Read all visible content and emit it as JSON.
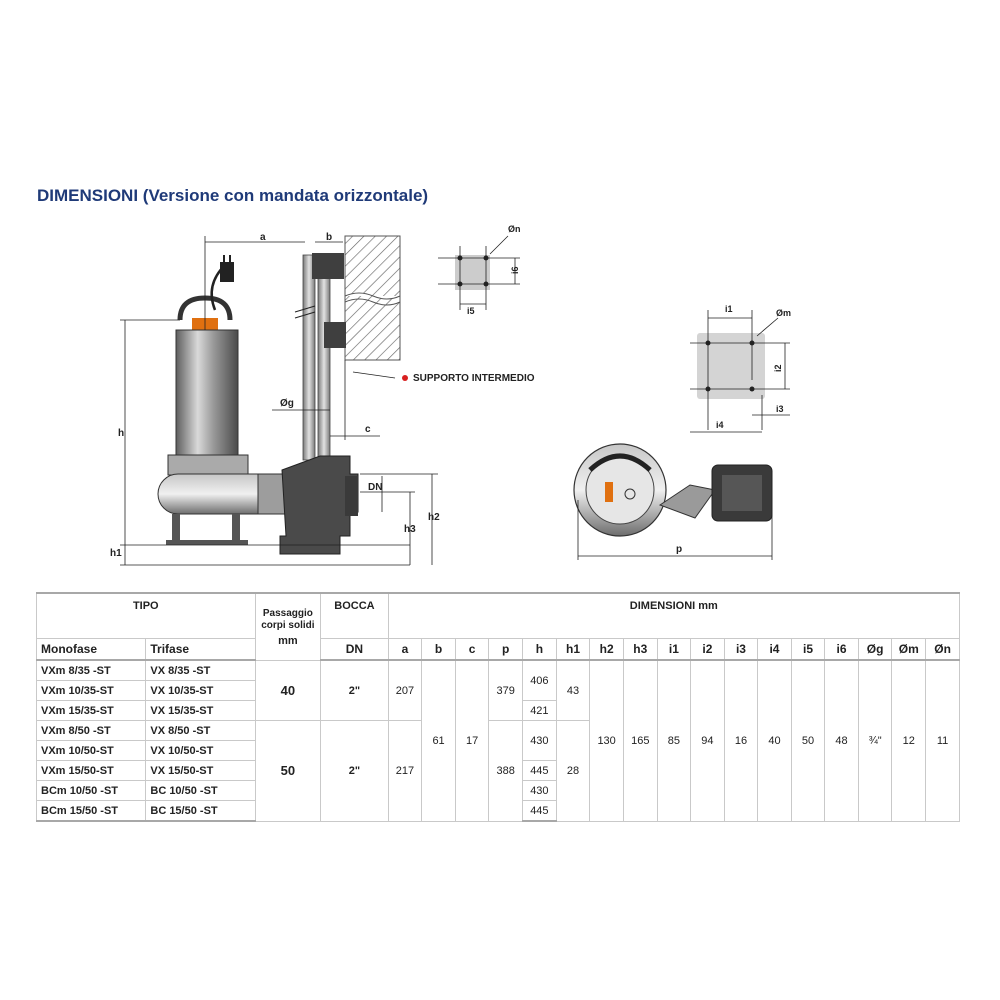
{
  "title": "DIMENSIONI (Versione con mandata orizzontale)",
  "drawing": {
    "labels": {
      "a": "a",
      "b": "b",
      "c": "c",
      "h": "h",
      "h1": "h1",
      "h2": "h2",
      "h3": "h3",
      "dn": "DN",
      "og": "Øg",
      "on": "Øn",
      "om": "Øm",
      "i1": "i1",
      "i2": "i2",
      "i3": "i3",
      "i4": "i4",
      "i5": "i5",
      "i6": "i6",
      "p": "p"
    },
    "support_label": "SUPPORTO INTERMEDIO",
    "accent_color": "#d82020",
    "body_color": "#8a8a8a"
  },
  "table": {
    "headers": {
      "tipo": "TIPO",
      "passaggio": "Passaggio corpi solidi",
      "passaggio_unit": "mm",
      "bocca": "BOCCA",
      "bocca_unit": "DN",
      "dimensioni": "DIMENSIONI mm",
      "monofase": "Monofase",
      "trifase": "Trifase",
      "cols": [
        "a",
        "b",
        "c",
        "p",
        "h",
        "h1",
        "h2",
        "h3",
        "i1",
        "i2",
        "i3",
        "i4",
        "i5",
        "i6",
        "Øg",
        "Øm",
        "Øn"
      ]
    },
    "models": [
      {
        "mono": "VXm 8/35  -ST",
        "tri": "VX 8/35  -ST",
        "h": "406"
      },
      {
        "mono": "VXm 10/35-ST",
        "tri": "VX 10/35-ST",
        "h": ""
      },
      {
        "mono": "VXm 15/35-ST",
        "tri": "VX 15/35-ST",
        "h": "421"
      },
      {
        "mono": "VXm 8/50  -ST",
        "tri": "VX 8/50  -ST",
        "h": "430"
      },
      {
        "mono": "VXm 10/50-ST",
        "tri": "VX 10/50-ST",
        "h": ""
      },
      {
        "mono": "VXm 15/50-ST",
        "tri": "VX 15/50-ST",
        "h": "445"
      },
      {
        "mono": "BCm 10/50 -ST",
        "tri": "BC 10/50 -ST",
        "h": "430"
      },
      {
        "mono": "BCm 15/50 -ST",
        "tri": "BC 15/50 -ST",
        "h": "445"
      }
    ],
    "group35": {
      "passaggio": "40",
      "bocca": "2\"",
      "a": "207",
      "p": "379",
      "h1": "43"
    },
    "group50": {
      "passaggio": "50",
      "bocca": "2\"",
      "a": "217",
      "p": "388",
      "h1": "28"
    },
    "shared": {
      "b": "61",
      "c": "17",
      "h2": "130",
      "h3": "165",
      "i1": "85",
      "i2": "94",
      "i3": "16",
      "i4": "40",
      "i5": "50",
      "i6": "48",
      "og": "¾\"",
      "om": "12",
      "on": "11"
    }
  }
}
